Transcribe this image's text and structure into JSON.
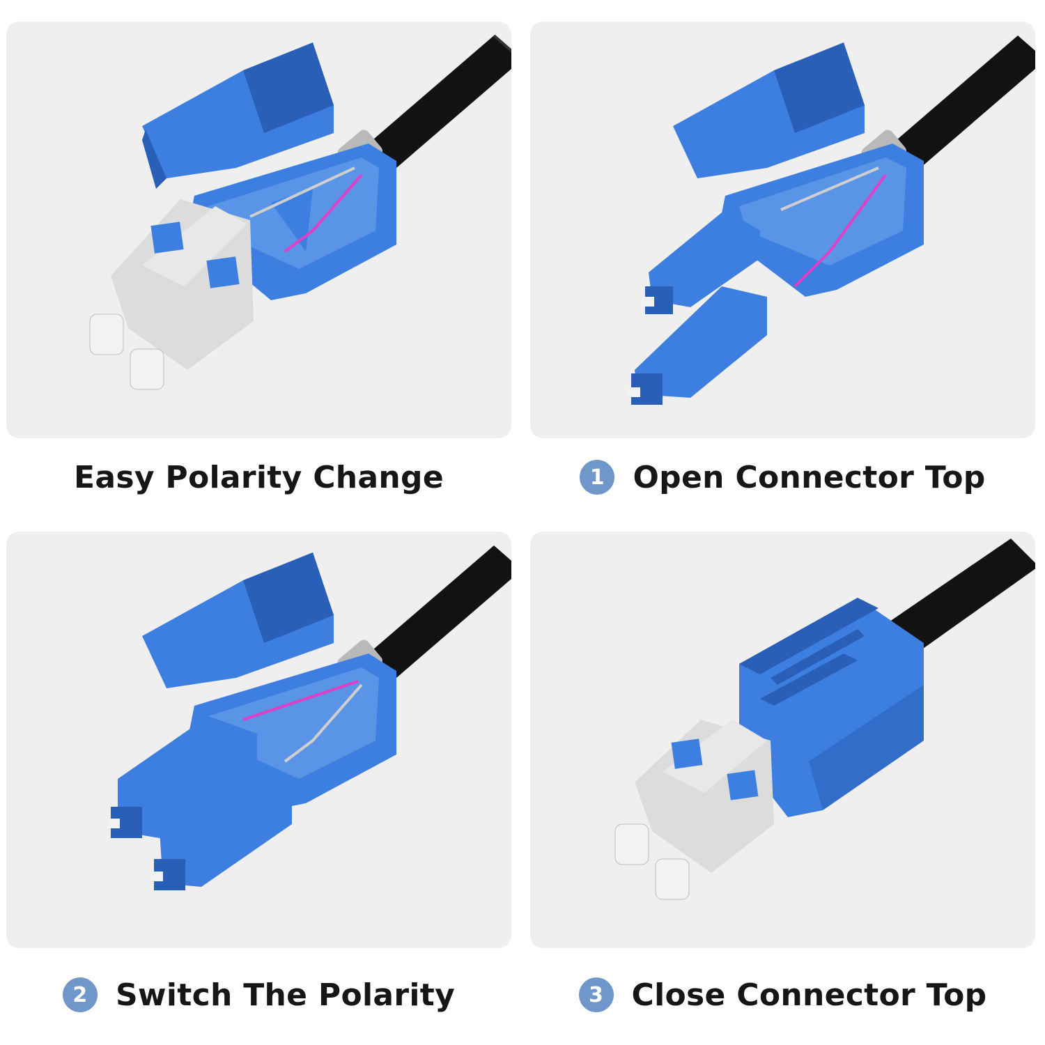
{
  "colors": {
    "panel_bg": "#efefef",
    "connector_blue": "#3d7fe0",
    "connector_blue_dark": "#2a5fb8",
    "boot_gray": "#dcdcdc",
    "cable_black": "#121212",
    "fiber_pink": "#e040c8",
    "badge_blue": "#6f97c9"
  },
  "panels": [
    {
      "image_icon": "lc-duplex-connector-open-with-clip-icon",
      "caption": "Easy Polarity Change",
      "step": null
    },
    {
      "image_icon": "lc-duplex-connector-open-split-icon",
      "caption": "Open Connector Top",
      "step": "1"
    },
    {
      "image_icon": "lc-duplex-connector-switched-icon",
      "caption": "Switch The Polarity",
      "step": "2"
    },
    {
      "image_icon": "lc-duplex-connector-closed-icon",
      "caption": "Close Connector Top",
      "step": "3"
    }
  ]
}
